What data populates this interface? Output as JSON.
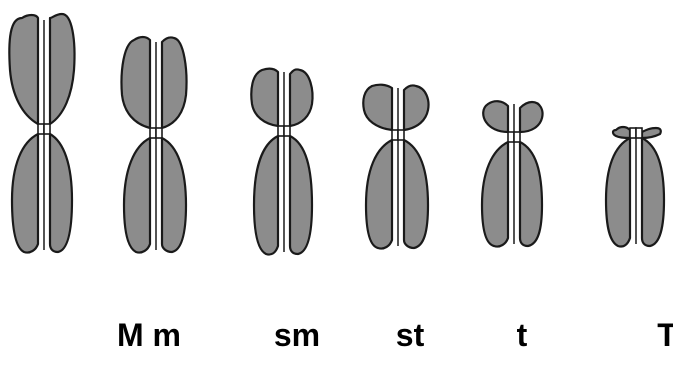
{
  "diagram": {
    "chromosome_types": [
      {
        "label": "M m",
        "arm_ratio_short": 0.5,
        "shape": "metacentric"
      },
      {
        "label": "sm",
        "arm_ratio_short": 0.4,
        "shape": "submetacentric"
      },
      {
        "label": "st",
        "arm_ratio_short": 0.3,
        "shape": "subtelocentric"
      },
      {
        "label": "t",
        "arm_ratio_short": 0.2,
        "shape": "acrocentric"
      },
      {
        "label": "T",
        "arm_ratio_short": 0.05,
        "shape": "telocentric"
      }
    ]
  },
  "colors": {
    "chromatid_fill": "#8c8c8c",
    "outline": "#1a1a1a",
    "background": "#ffffff",
    "label": "#000000"
  }
}
